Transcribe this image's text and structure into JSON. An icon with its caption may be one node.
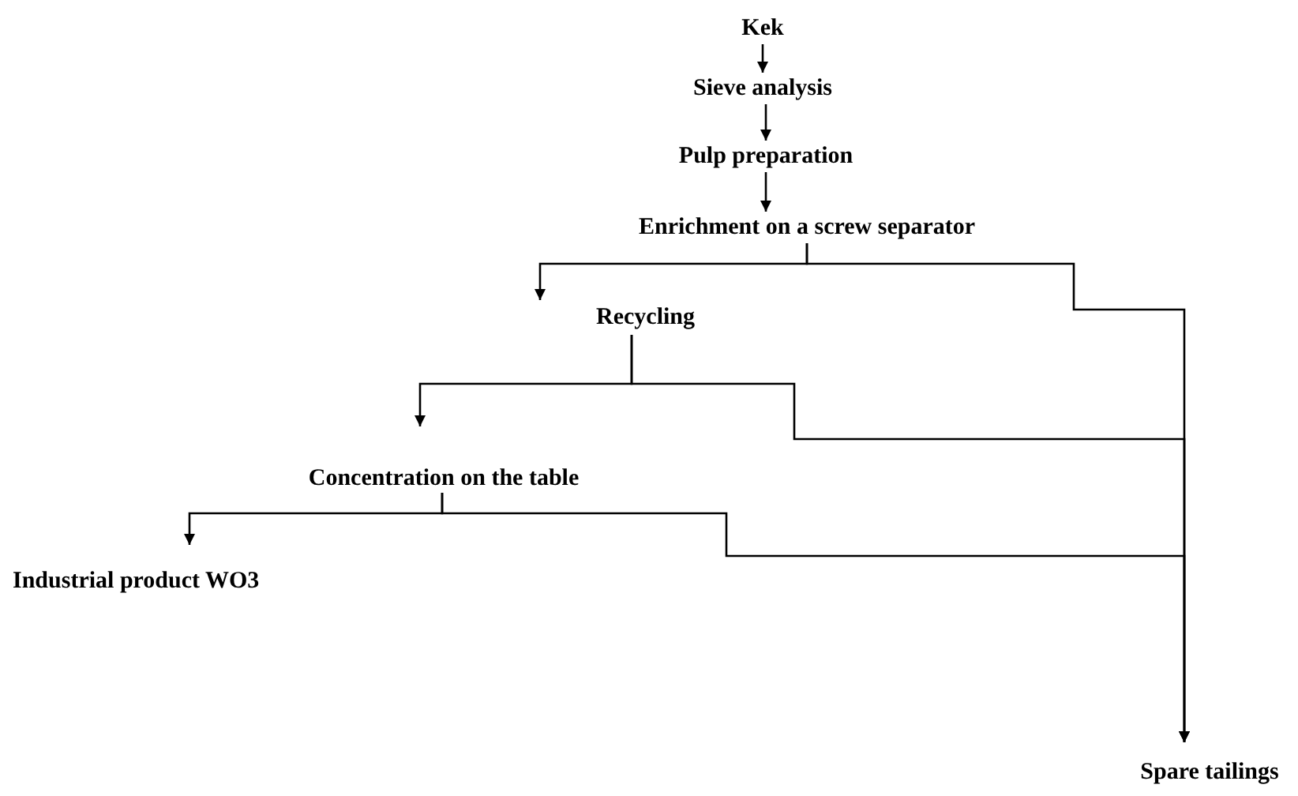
{
  "diagram": {
    "nodes": [
      {
        "text": [
          "Kek"
        ]
      },
      {
        "text": [
          "Sieve analysis"
        ]
      },
      {
        "text": [
          "Pulp preparation"
        ]
      },
      {
        "text": [
          "Enrichment on a screw separator"
        ]
      },
      {
        "text": [
          "Recycling"
        ]
      },
      {
        "text": [
          "Concentration on the table"
        ]
      },
      {
        "text": [
          "Industrial product WO3"
        ]
      },
      {
        "text": [
          "Spare tailings"
        ]
      }
    ],
    "edges": [
      {
        "from": 0,
        "to": 1,
        "arrow": "to"
      },
      {
        "from": 1,
        "to": 2,
        "arrow": "to"
      },
      {
        "from": 2,
        "to": 3,
        "arrow": "to"
      },
      {
        "from": 3,
        "to": 4,
        "arrow": "to"
      },
      {
        "from": 3,
        "to": 7,
        "arrow": "to"
      },
      {
        "from": 4,
        "to": 5,
        "arrow": "to"
      },
      {
        "from": 4,
        "to": 7,
        "arrow": "to"
      },
      {
        "from": 5,
        "to": 6,
        "arrow": "to"
      },
      {
        "from": 5,
        "to": 7,
        "arrow": "to"
      }
    ]
  }
}
